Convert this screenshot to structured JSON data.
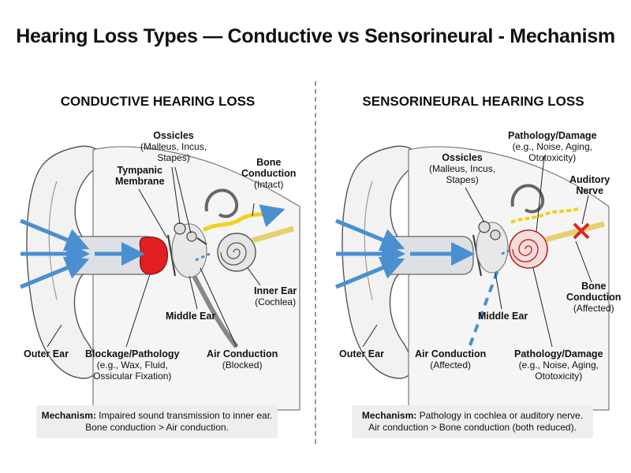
{
  "title": "Hearing Loss Types — Conductive vs Sensorineural - Mechanism",
  "colors": {
    "sound_arrow": "#4a90d0",
    "blockage": "#e02020",
    "bone_arrow": "#f2d020",
    "damage": "#d62828",
    "skin": "#f2f2f2",
    "outline": "#555555"
  },
  "conductive": {
    "heading": "CONDUCTIVE HEARING LOSS",
    "ossicles": {
      "name": "Ossicles",
      "detail": "(Malleus, Incus,",
      "detail2": "Stapes)"
    },
    "tympanic": {
      "line1": "Tympanic",
      "line2": "Membrane"
    },
    "bone": {
      "line1": "Bone",
      "line2": "Conduction",
      "detail": "(Intact)"
    },
    "inner_ear": {
      "name": "Inner Ear",
      "detail": "(Cochlea)"
    },
    "middle_ear": "Middle Ear",
    "outer_ear": "Outer Ear",
    "blockage": {
      "name": "Blockage/Pathology",
      "detail": "(e.g., Wax, Fluid,",
      "detail2": "Ossicular Fixation)"
    },
    "air": {
      "name": "Air Conduction",
      "detail": "(Blocked)"
    },
    "mechanism": {
      "label": "Mechanism:",
      "line1": "Impaired sound transmission to inner ear.",
      "line2": "Bone conduction > Air conduction."
    }
  },
  "sensorineural": {
    "heading": "SENSORINEURAL HEARING LOSS",
    "ossicles": {
      "name": "Ossicles",
      "detail": "(Malleus, Incus,",
      "detail2": "Stapes)"
    },
    "damage_top": {
      "name": "Pathology/Damage",
      "detail": "(e.g., Noise, Aging,",
      "detail2": "Ototoxicity)"
    },
    "nerve": {
      "line1": "Auditory",
      "line2": "Nerve"
    },
    "bone": {
      "line1": "Bone",
      "line2": "Conduction",
      "detail": "(Affected)"
    },
    "middle_ear": "Middle Ear",
    "outer_ear": "Outer Ear",
    "air": {
      "name": "Air Conduction",
      "detail": "(Affected)"
    },
    "damage_bottom": {
      "name": "Pathology/Damage",
      "detail": "(e.g., Noise, Aging,",
      "detail2": "Ototoxicity)"
    },
    "mechanism": {
      "label": "Mechanism:",
      "line1": "Pathology in cochlea or auditory nerve.",
      "line2": "Air conduction > Bone conduction (both reduced)."
    }
  }
}
